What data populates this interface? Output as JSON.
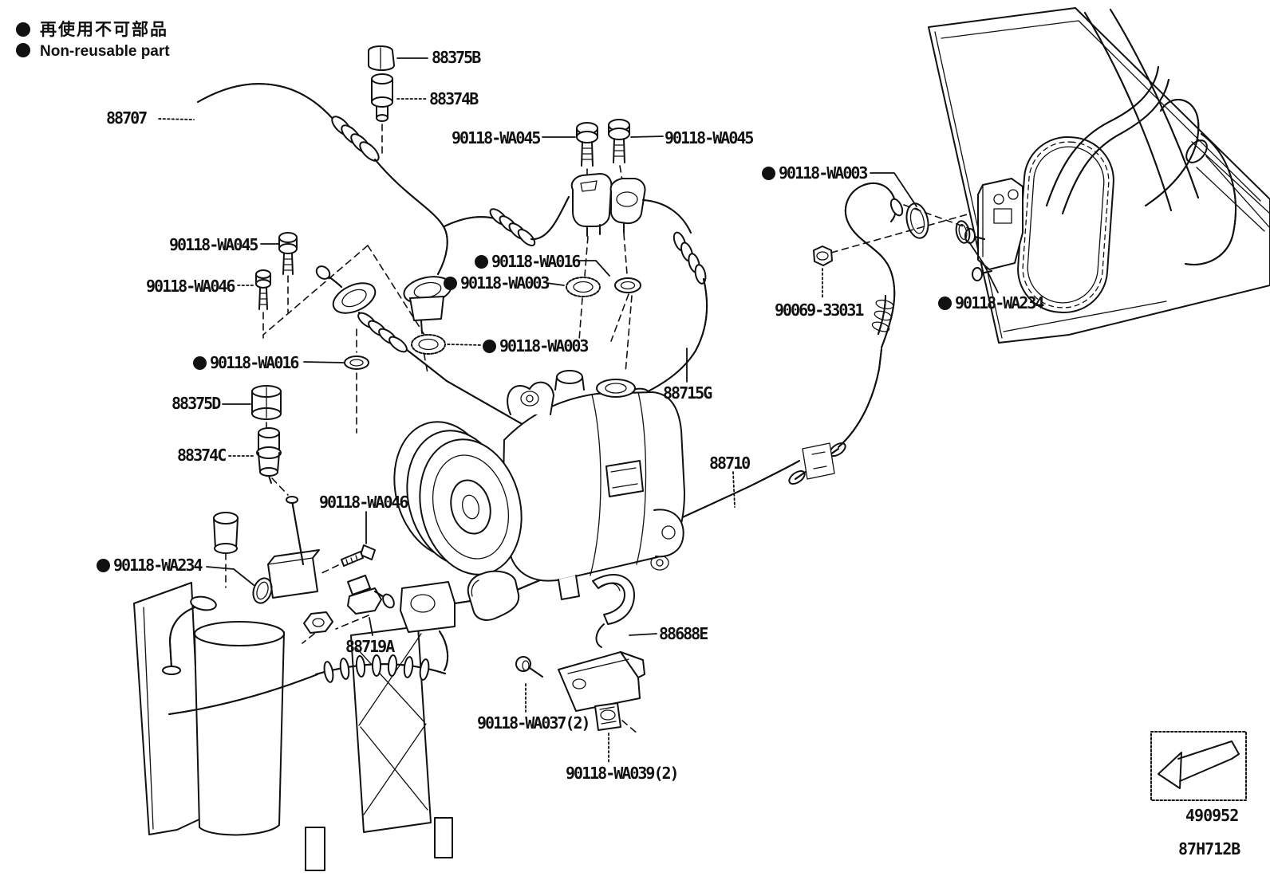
{
  "legend": {
    "non_reusable_jp": "再使用不可部品",
    "non_reusable_en": "Non-reusable part"
  },
  "part_labels": {
    "hose_88707": "88707",
    "cap_88375B": "88375B",
    "valve_88374B": "88374B",
    "bolt_wa045_top_left": "90118-WA045",
    "bolt_wa045_top_right": "90118-WA045",
    "bolt_wa045_mid": "90118-WA045",
    "bolt_wa046_mid": "90118-WA046",
    "oring_wa016_upper": "90118-WA016",
    "washer_wa003_upper": "90118-WA003",
    "washer_wa003_lower": "90118-WA003",
    "oring_wa016_lower": "90118-WA016",
    "cap_88375D": "88375D",
    "valve_88374C": "88374C",
    "bolt_wa046_lower": "90118-WA046",
    "oring_wa234_left": "90118-WA234",
    "switch_88719A": "88719A",
    "pipe_88715G": "88715G",
    "pipe_88710": "88710",
    "clamp_88688E": "88688E",
    "bolt_wa037": "90118-WA037(2)",
    "clip_wa039": "90118-WA039(2)",
    "washer_wa003_right": "90118-WA003",
    "nut_90069": "90069-33031",
    "oring_wa234_right": "90118-WA234"
  },
  "footnotes": {
    "figure_number": "490952",
    "drawing_code": "87H712B"
  },
  "colors": {
    "line": "#111111",
    "background": "#ffffff"
  }
}
